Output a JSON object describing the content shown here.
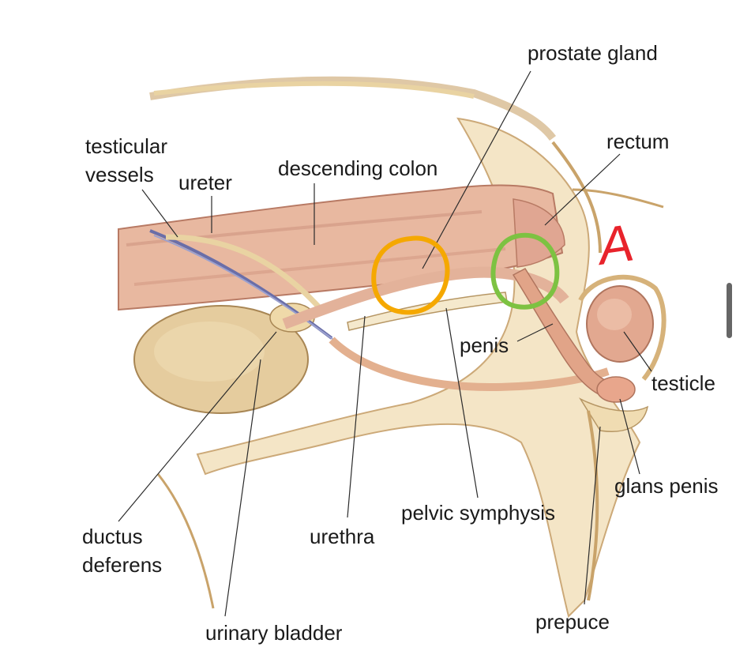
{
  "labels": {
    "prostate_gland": "prostate gland",
    "rectum": "rectum",
    "testicular_vessels_line1": "testicular",
    "testicular_vessels_line2": "vessels",
    "ureter": "ureter",
    "descending_colon": "descending colon",
    "penis": "penis",
    "testicle": "testicle",
    "glans_penis": "glans penis",
    "pelvic_symphysis": "pelvic symphysis",
    "ductus_deferens_line1": "ductus",
    "ductus_deferens_line2": "deferens",
    "urethra": "urethra",
    "prepuce": "prepuce",
    "urinary_bladder": "urinary bladder"
  },
  "annotations": {
    "handwritten_letter": "A",
    "colors": {
      "orange_circle": "#F5A800",
      "green_circle": "#7DC242",
      "red_letter": "#E8232B"
    }
  }
}
